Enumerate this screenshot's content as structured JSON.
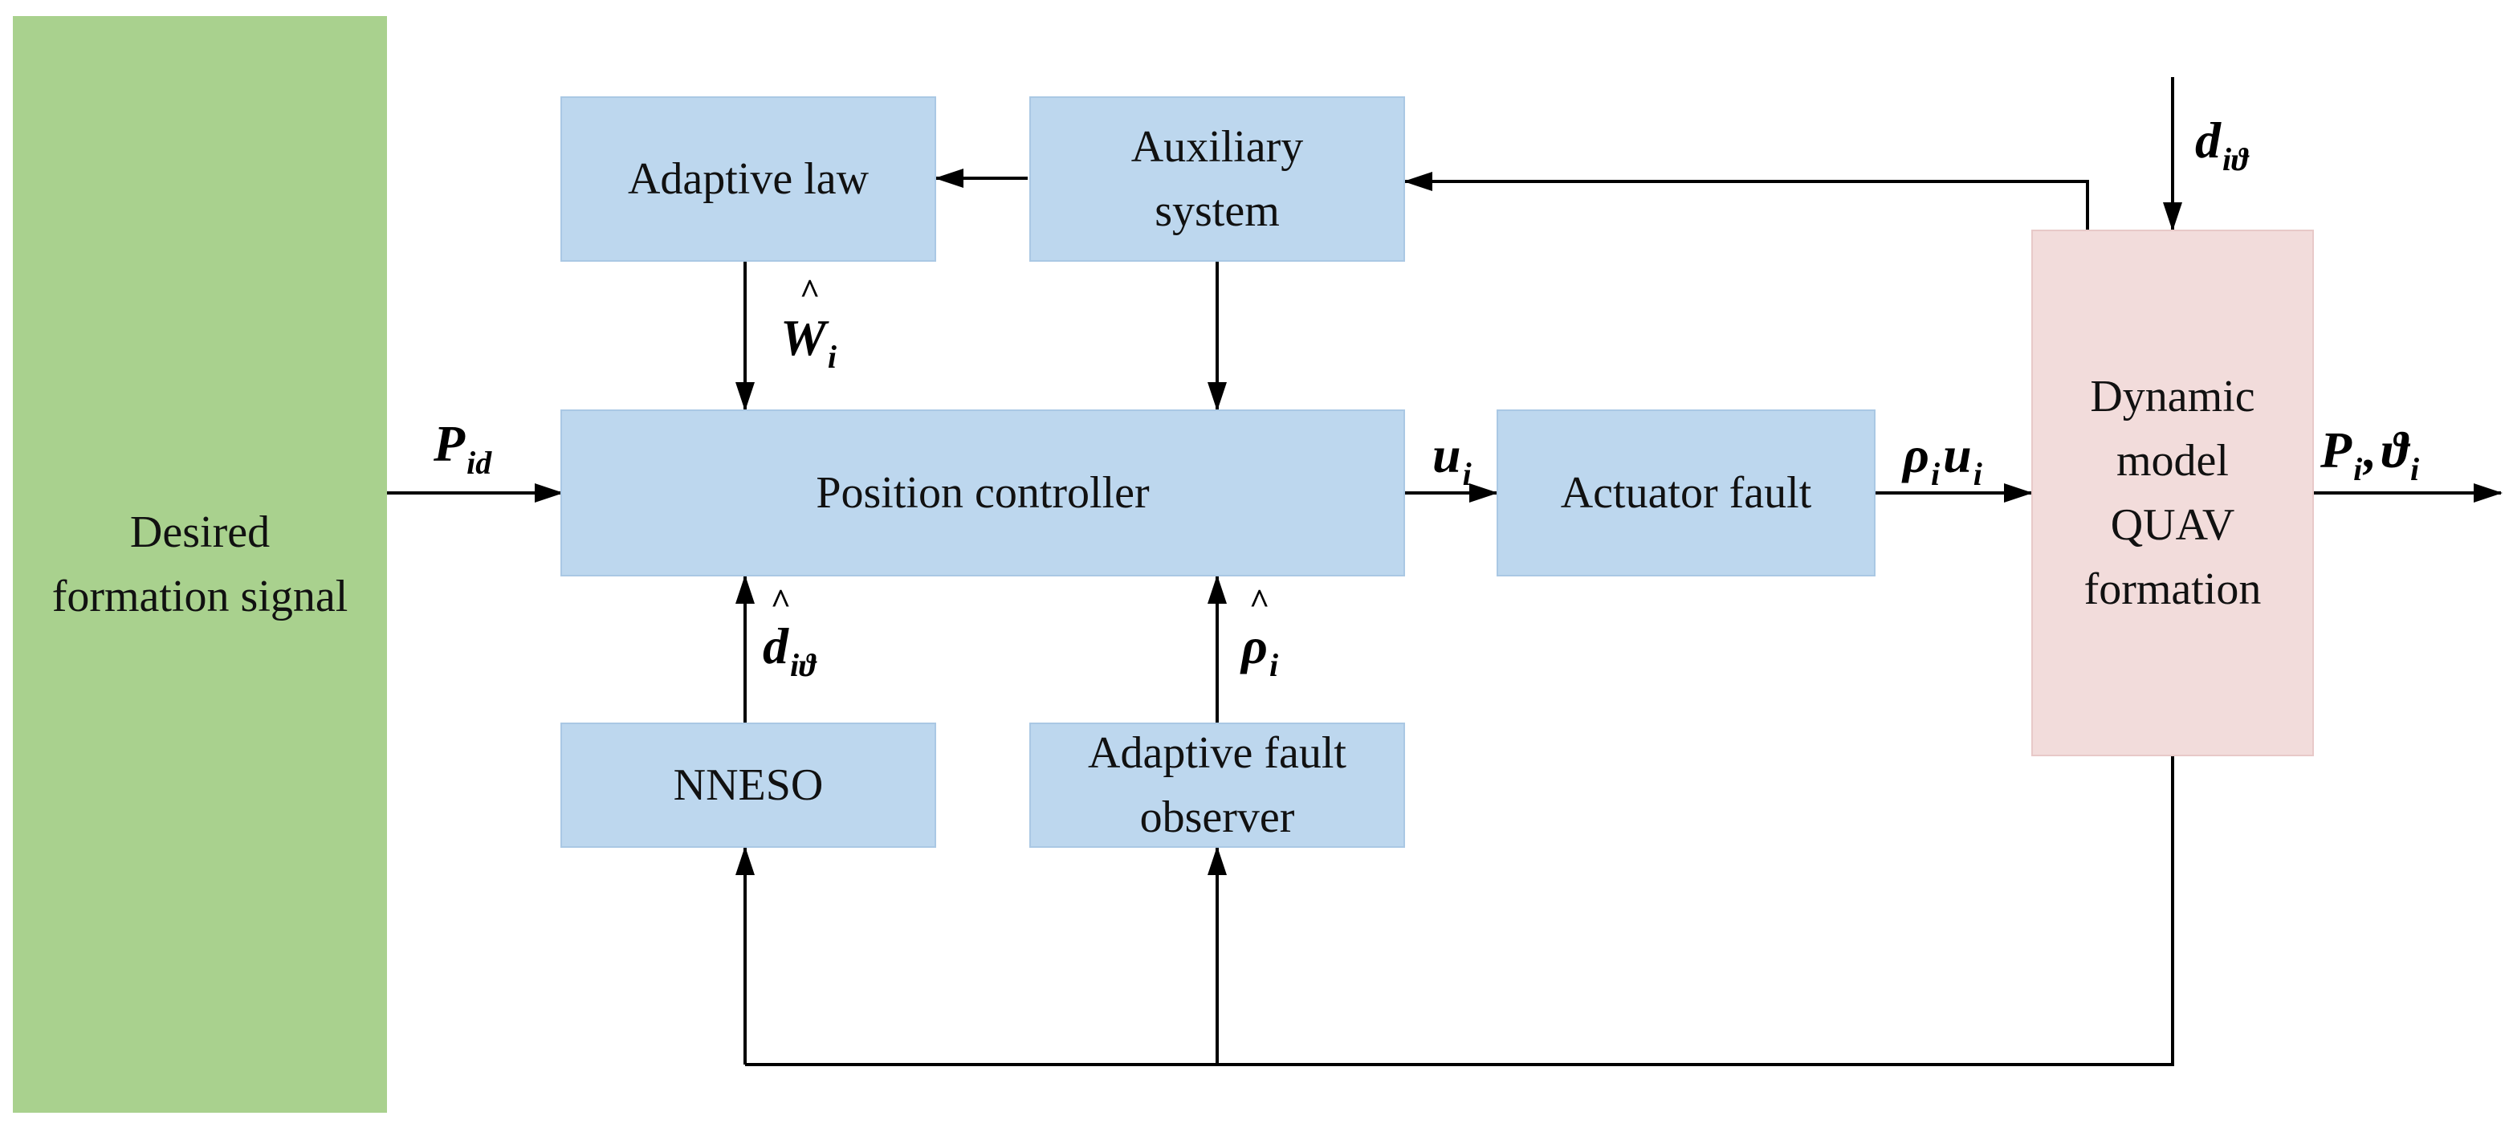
{
  "blocks": {
    "desired": "Desired\nformation signal",
    "adaptive_law": "Adaptive law",
    "auxiliary": "Auxiliary\nsystem",
    "position_controller": "Position controller",
    "actuator_fault": "Actuator fault",
    "dynamic_model": "Dynamic\nmodel\nQUAV\nformation",
    "nneso": "NNESO",
    "fault_observer": "Adaptive fault\nobserver"
  },
  "signals": {
    "p_id": {
      "main": "P",
      "sub": "id"
    },
    "w_hat": {
      "main": "W",
      "sub": "i"
    },
    "u_i": {
      "main": "u",
      "sub": "i"
    },
    "rho_u": {
      "main1": "ρ",
      "sub1": "i",
      "main2": "u",
      "sub2": "i"
    },
    "output": {
      "main1": "P",
      "sub1": "i",
      "sep": ",",
      "main2": "ϑ",
      "sub2": "i"
    },
    "d_disturb": {
      "main": "d",
      "sub": "iϑ"
    },
    "d_hat": {
      "main": "d",
      "sub": "iϑ"
    },
    "rho_hat": {
      "main": "ρ",
      "sub": "i"
    }
  },
  "colors": {
    "block_fill": "#bdd7ee",
    "input_fill": "#a9d18e",
    "plant_fill": "#f2dcdb",
    "line": "#000000"
  }
}
